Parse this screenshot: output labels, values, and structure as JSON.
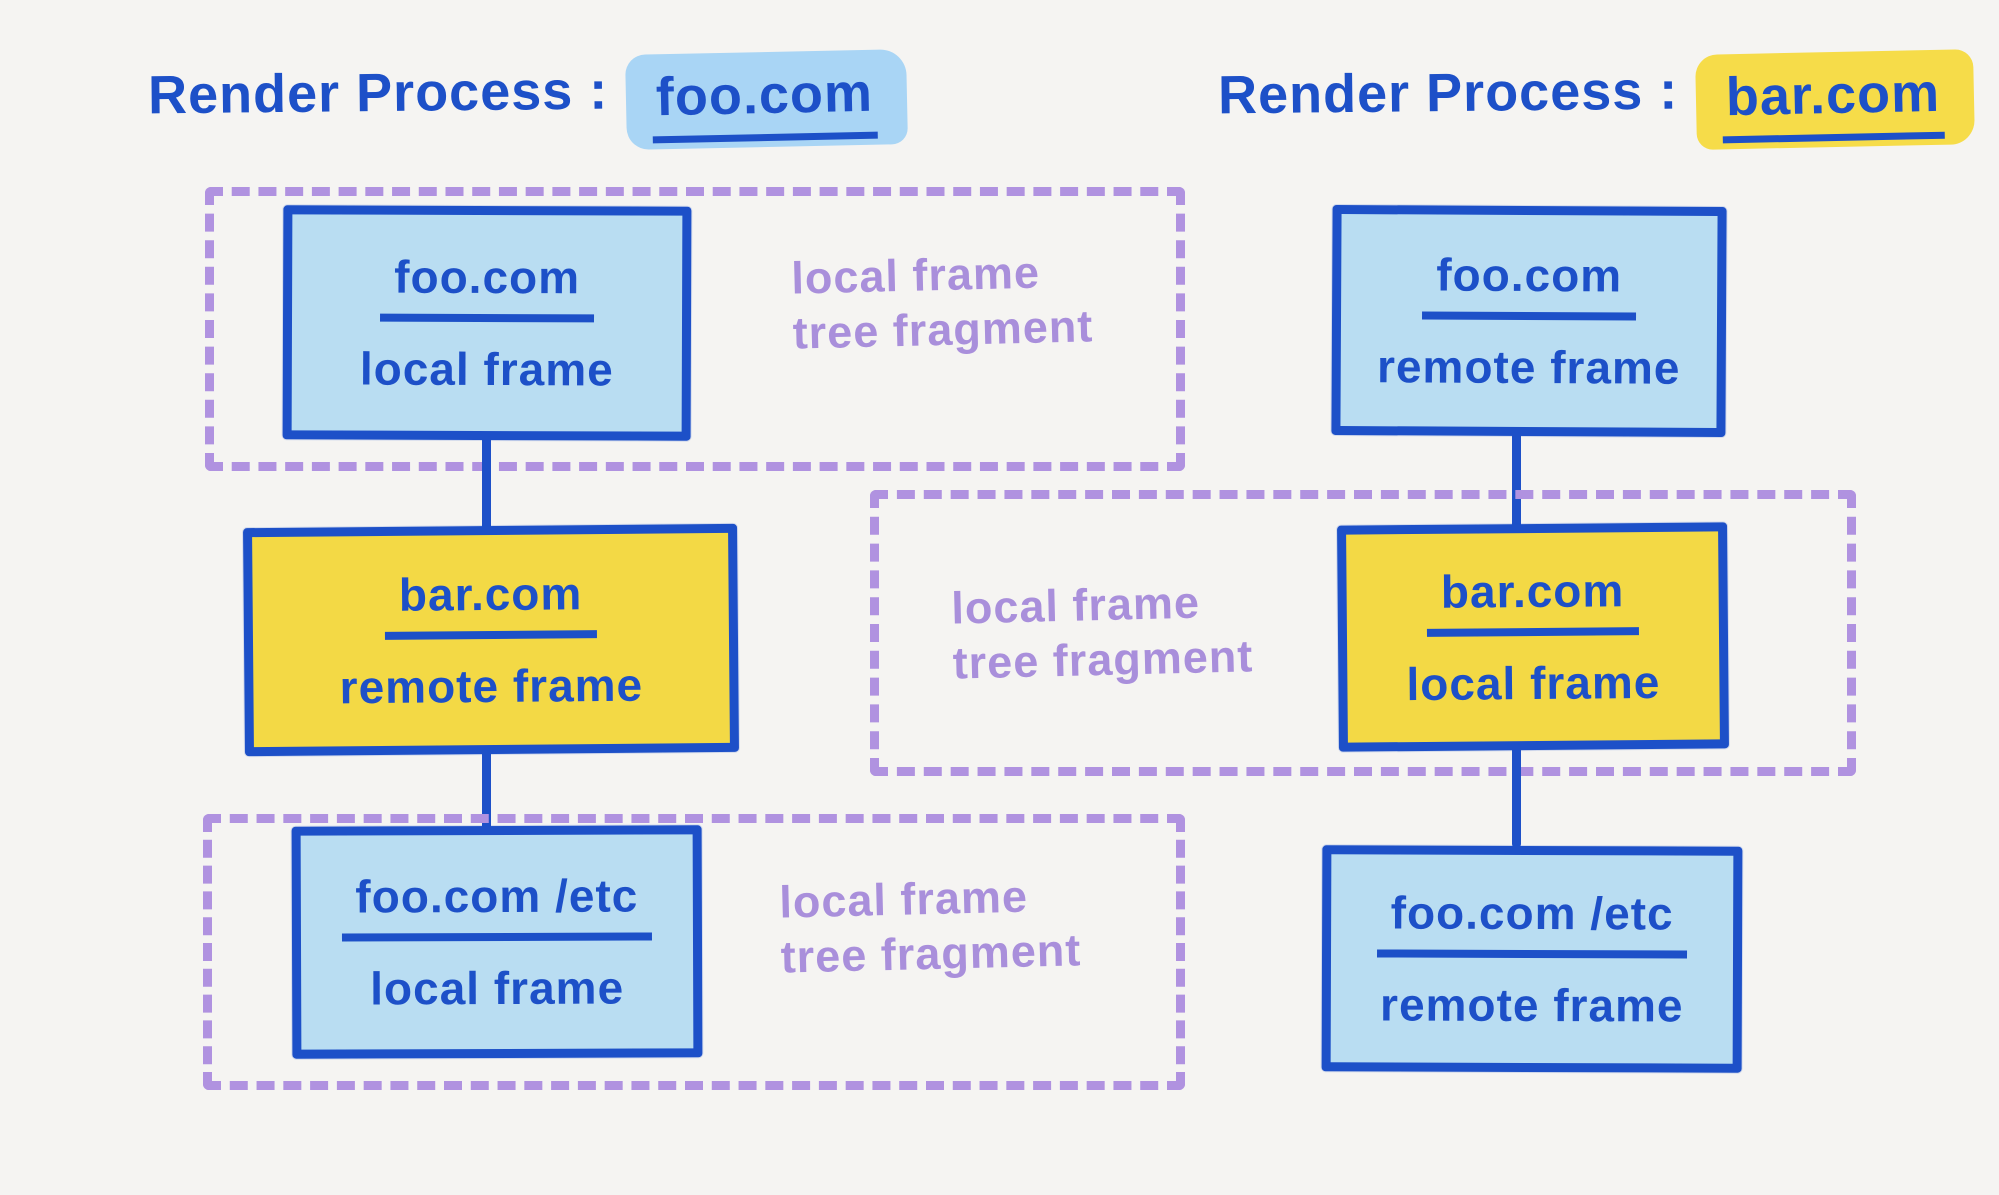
{
  "colors": {
    "background": "#f5f4f2",
    "ink_blue": "#1d50c8",
    "light_blue_fill": "#b9ddf2",
    "yellow_fill": "#f3d945",
    "purple_text": "#a98fdb",
    "purple_dash": "#b092e0",
    "title_highlight_blue": "#a9d5f5",
    "title_highlight_yellow": "#f6dc49"
  },
  "left": {
    "title_prefix": "Render Process :",
    "title_domain": "foo.com",
    "node1": {
      "domain": "foo.com",
      "type": "local frame"
    },
    "node2": {
      "domain": "bar.com",
      "type": "remote frame"
    },
    "node3": {
      "domain": "foo.com /etc",
      "type": "local frame"
    },
    "fragment1": {
      "line1": "local frame",
      "line2": "tree fragment"
    },
    "fragment2": {
      "line1": "local frame",
      "line2": "tree fragment"
    }
  },
  "right": {
    "title_prefix": "Render Process :",
    "title_domain": "bar.com",
    "node1": {
      "domain": "foo.com",
      "type": "remote frame"
    },
    "node2": {
      "domain": "bar.com",
      "type": "local frame"
    },
    "node3": {
      "domain": "foo.com /etc",
      "type": "remote frame"
    },
    "fragment1": {
      "line1": "local frame",
      "line2": "tree fragment"
    }
  }
}
